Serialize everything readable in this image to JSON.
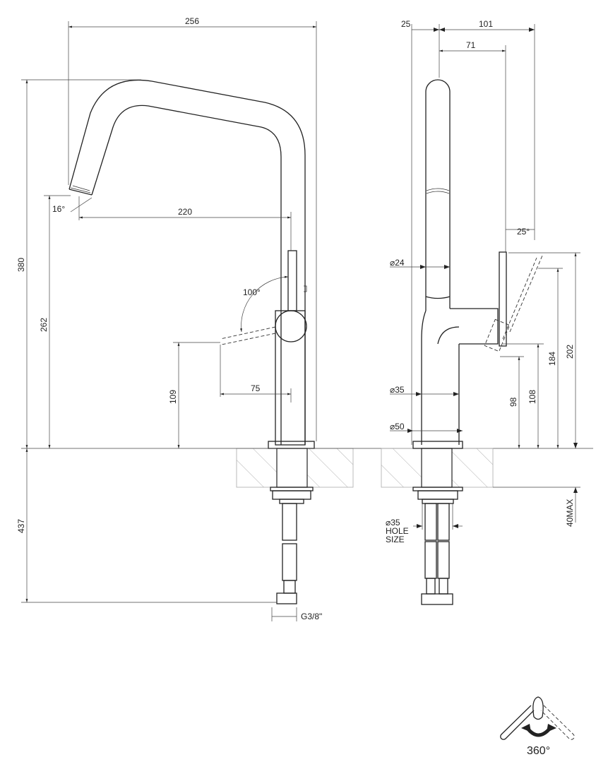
{
  "side_view": {
    "width_overall": "256",
    "height_overall": "380",
    "spout_angle": "16°",
    "spout_reach": "220",
    "spout_height": "262",
    "lever_angle": "100°",
    "lever_height": "109",
    "lever_reach": "75",
    "below_counter": "437",
    "connection": "G3/8\""
  },
  "front_view": {
    "offset": "25",
    "depth": "101",
    "lever_depth": "71",
    "lever_angle": "25°",
    "spout_diameter": "⌀24",
    "body_diameter": "⌀35",
    "base_diameter": "⌀50",
    "height_202": "202",
    "height_184": "184",
    "height_108": "108",
    "height_98": "98",
    "hole_size_diameter": "⌀35",
    "hole_size_line1": "HOLE",
    "hole_size_line2": "SIZE",
    "counter_max": "40MAX"
  },
  "rotation": {
    "label": "360°"
  }
}
